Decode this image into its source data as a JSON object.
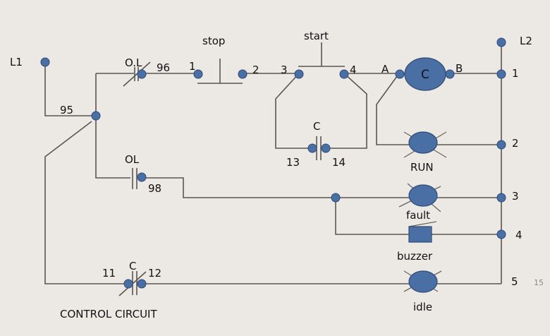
{
  "diagram": {
    "title": "CONTROL CIRCUIT",
    "page_number": "15",
    "colors": {
      "node": "#4a6fa5",
      "wire": "#5a5550",
      "background": "#ece9e5"
    },
    "lines": {
      "left": "L1",
      "right": "L2"
    },
    "contacts": {
      "overload_nc": {
        "label": "O.L",
        "terminal_in": "95",
        "terminal_out": "96"
      },
      "overload_no": {
        "label": "OL",
        "terminal_out": "98"
      },
      "stop_button": {
        "label": "stop",
        "terminal_in": "1",
        "terminal_out": "2"
      },
      "start_button": {
        "label": "start",
        "terminal_in": "3",
        "terminal_out": "4"
      },
      "holding_contact": {
        "label": "C",
        "terminal_in": "13",
        "terminal_out": "14"
      },
      "idle_contact": {
        "label": "C",
        "terminal_in": "11",
        "terminal_out": "12"
      }
    },
    "coil": {
      "label": "C",
      "terminal_a": "A",
      "terminal_b": "B"
    },
    "loads": {
      "run_lamp": "RUN",
      "fault_lamp": "fault",
      "buzzer": "buzzer",
      "idle_lamp": "idle"
    },
    "rungs": [
      "1",
      "2",
      "3",
      "4",
      "5"
    ]
  }
}
